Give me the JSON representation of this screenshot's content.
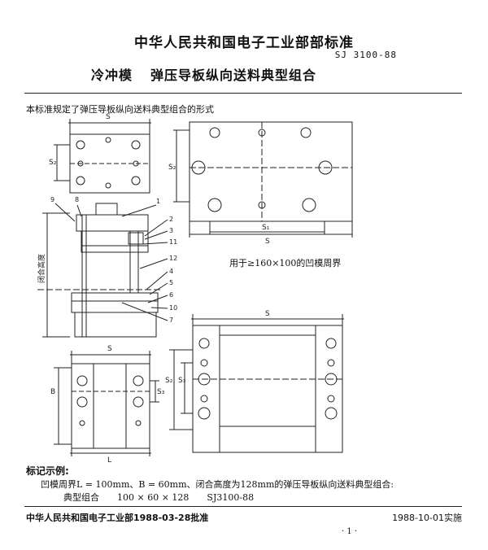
{
  "header": {
    "org_standard": "中华人民共和国电子工业部部标准",
    "code": "SJ 3100-88",
    "title_left": "冷冲模",
    "title_right": "弹压导板纵向送料典型组合"
  },
  "intro": "本标准规定了弹压导板纵向送料典型组合的形式",
  "figure": {
    "caption": "用于≥160×100的凹模周界",
    "dim_s": "S",
    "dim_s1": "S₁",
    "dim_s2": "S₂",
    "dim_s3": "S₃",
    "dim_b": "B",
    "dim_l": "L",
    "vertical_note": "闭合高度",
    "callouts": [
      "9",
      "8",
      "1",
      "2",
      "3",
      "11",
      "12",
      "4",
      "5",
      "6",
      "10",
      "7"
    ]
  },
  "example": {
    "heading": "标记示例:",
    "line1": "凹模周界L = 100mm、B = 60mm、闭合高度为128mm的弹压导板纵向送料典型组合:",
    "label": "典型组合",
    "value": "100 × 60 × 128",
    "code": "SJ3100-88"
  },
  "footer": {
    "left": "中华人民共和国电子工业部1988-03-28批准",
    "right": "1988-10-01实施",
    "page": "· 1 ·"
  }
}
